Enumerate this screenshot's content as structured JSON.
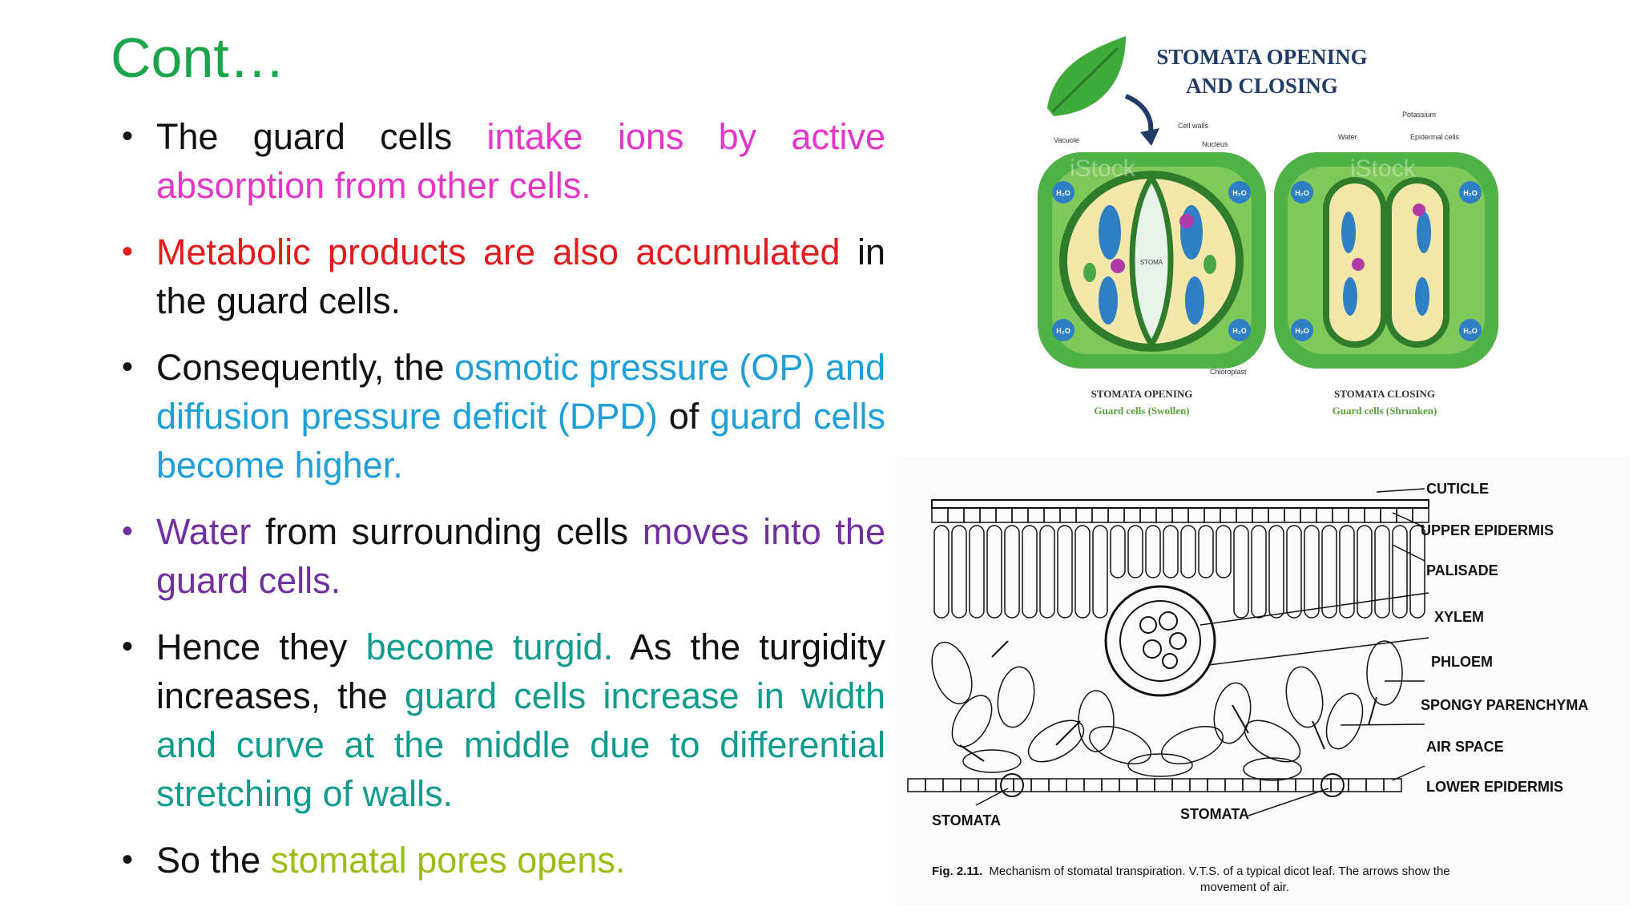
{
  "slide": {
    "title": "Cont…",
    "bullets": [
      {
        "color": "#111111",
        "segments": [
          {
            "text": "The guard cells ",
            "color": "#111111"
          },
          {
            "text": "intake ions by active absorption from other cells.",
            "color": "#e535c7"
          }
        ]
      },
      {
        "color": "#e31b1b",
        "segments": [
          {
            "text": "Metabolic products are also accumulated",
            "color": "#e31b1b"
          },
          {
            "text": " in the guard cells.",
            "color": "#111111"
          }
        ]
      },
      {
        "color": "#111111",
        "segments": [
          {
            "text": "Consequently, the ",
            "color": "#111111"
          },
          {
            "text": "osmotic pressure (OP) and diffusion pressure deficit (DPD)",
            "color": "#1e9fd8"
          },
          {
            "text": " of ",
            "color": "#111111"
          },
          {
            "text": "guard cells become higher.",
            "color": "#1e9fd8"
          }
        ]
      },
      {
        "color": "#7030a0",
        "segments": [
          {
            "text": "Water",
            "color": "#7030a0"
          },
          {
            "text": " from surrounding cells ",
            "color": "#111111"
          },
          {
            "text": "moves into the guard cells.",
            "color": "#7030a0"
          }
        ]
      },
      {
        "color": "#111111",
        "segments": [
          {
            "text": "Hence they ",
            "color": "#111111"
          },
          {
            "text": "become turgid.",
            "color": "#0f9b8e"
          },
          {
            "text": " As the turgidity increases, the ",
            "color": "#111111"
          },
          {
            "text": "guard cells increase in width and curve at the middle due to differential stretching of walls.",
            "color": "#0f9b8e"
          }
        ]
      },
      {
        "color": "#111111",
        "segments": [
          {
            "text": "So the ",
            "color": "#111111"
          },
          {
            "text": "stomatal pores opens.",
            "color": "#9cbd16"
          }
        ]
      }
    ]
  },
  "figure_stomata": {
    "title_line1": "STOMATA OPENING",
    "title_line2": "AND CLOSING",
    "labels": {
      "vacuole": "Vacuole",
      "cell_walls": "Cell walls",
      "nucleus": "Nucleus",
      "potassium": "Potassium",
      "water": "Water",
      "epidermal_cells": "Epidermal cells",
      "stoma": "STOMA",
      "chloroplast": "Chloroplast",
      "h2o": "H₂O"
    },
    "left_caption": "STOMATA OPENING",
    "left_subcaption": "Guard cells (Swollen)",
    "right_caption": "STOMATA CLOSING",
    "right_subcaption": "Guard cells (Shrunken)",
    "watermark": "iStock"
  },
  "figure_leaf": {
    "labels": {
      "cuticle": "CUTICLE",
      "upper_epidermis": "UPPER EPIDERMIS",
      "palisade": "PALISADE",
      "xylem": "XYLEM",
      "phloem": "PHLOEM",
      "spongy": "SPONGY PARENCHYMA",
      "air_space": "AIR SPACE",
      "lower_epidermis": "LOWER  EPIDERMIS",
      "stomata_left": "STOMATA",
      "stomata_right": "STOMATA"
    },
    "caption_bold": "Fig. 2.11.",
    "caption_line1": "Mechanism of stomatal transpiration. V.T.S. of a typical dicot leaf. The arrows show the",
    "caption_line2": "movement of air."
  }
}
